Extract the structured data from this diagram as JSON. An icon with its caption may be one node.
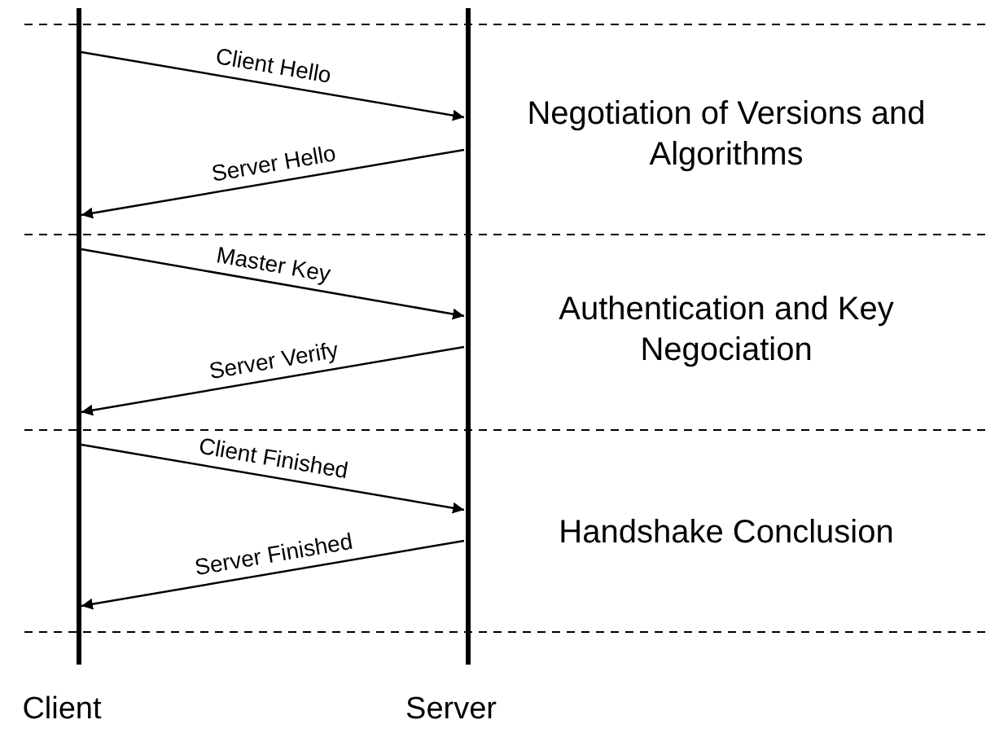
{
  "diagram": {
    "nodes": [
      {
        "text": [],
        "shape": "bar",
        "beside": [
          "Client"
        ]
      },
      {
        "text": [],
        "shape": "bar",
        "beside": [
          "Server"
        ]
      }
    ],
    "edges": [
      {
        "from": 0,
        "to": 1,
        "arrow": "to",
        "label": "Client Hello"
      },
      {
        "from": 1,
        "to": 0,
        "arrow": "to",
        "label": "Server Hello"
      },
      {
        "from": 0,
        "to": 1,
        "arrow": "to",
        "label": "Master Key"
      },
      {
        "from": 1,
        "to": 0,
        "arrow": "to",
        "label": "Server Verify"
      },
      {
        "from": 0,
        "to": 1,
        "arrow": "to",
        "label": "Client Finished"
      },
      {
        "from": 1,
        "to": 0,
        "arrow": "to",
        "label": "Server Finished"
      }
    ],
    "labels": [
      "Negotiation of Versions and Algorithms",
      "Authentication and Key Negociation",
      "Handshake Conclusion"
    ]
  }
}
